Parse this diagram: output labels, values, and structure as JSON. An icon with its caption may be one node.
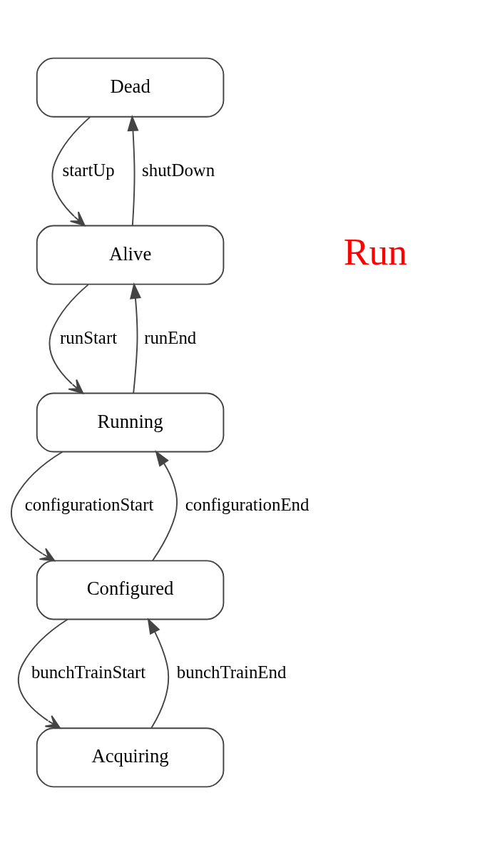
{
  "diagram": {
    "nodes": [
      {
        "text": [
          "Dead"
        ]
      },
      {
        "text": [
          "Alive"
        ]
      },
      {
        "text": [
          "Running"
        ]
      },
      {
        "text": [
          "Configured"
        ]
      },
      {
        "text": [
          "Acquiring"
        ]
      }
    ],
    "edges": [
      {
        "from": 0,
        "to": 1,
        "arrow": "to",
        "label": "startUp"
      },
      {
        "from": 1,
        "to": 0,
        "arrow": "to",
        "label": "shutDown"
      },
      {
        "from": 1,
        "to": 2,
        "arrow": "to",
        "label": "runStart"
      },
      {
        "from": 2,
        "to": 1,
        "arrow": "to",
        "label": "runEnd"
      },
      {
        "from": 2,
        "to": 3,
        "arrow": "to",
        "label": "configurationStart"
      },
      {
        "from": 3,
        "to": 2,
        "arrow": "to",
        "label": "configurationEnd"
      },
      {
        "from": 3,
        "to": 4,
        "arrow": "to",
        "label": "bunchTrainStart"
      },
      {
        "from": 4,
        "to": 3,
        "arrow": "to",
        "label": "bunchTrainEnd"
      }
    ],
    "labels": [
      "Run"
    ]
  }
}
